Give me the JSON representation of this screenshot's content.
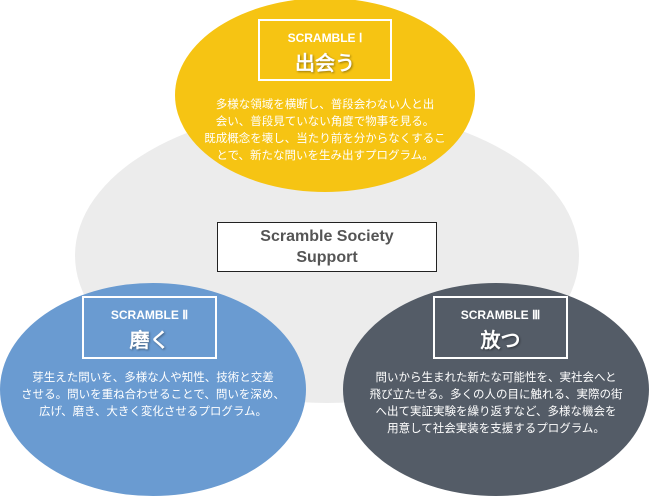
{
  "center": {
    "line1": "Scramble Society",
    "line2": "Support"
  },
  "circles": [
    {
      "label": "SCRAMBLE Ⅰ",
      "title": "出会う",
      "lines": [
        "多様な領域を横断し、普段会わない人と出",
        "会い、普段見ていない角度で物事を見る。",
        "既成概念を壊し、当たり前を分からなくするこ",
        "とで、新たな問いを生み出すプログラム。"
      ],
      "color": "#f6c413"
    },
    {
      "label": "SCRAMBLE Ⅱ",
      "title": "磨く",
      "lines": [
        "芽生えた問いを、多様な人や知性、技術と交差",
        "させる。問いを重ね合わせることで、問いを深め、",
        "広げ、磨き、大きく変化させるプログラム。"
      ],
      "color": "#6a9bd1"
    },
    {
      "label": "SCRAMBLE Ⅲ",
      "title": "放つ",
      "lines": [
        "問いから生まれた新たな可能性を、実社会へと",
        "飛び立たせる。多くの人の目に触れる、実際の街",
        "へ出て実証実験を繰り返すなど、多様な機会を",
        "用意して社会実装を支援するプログラム。"
      ],
      "color": "#545c67"
    }
  ]
}
